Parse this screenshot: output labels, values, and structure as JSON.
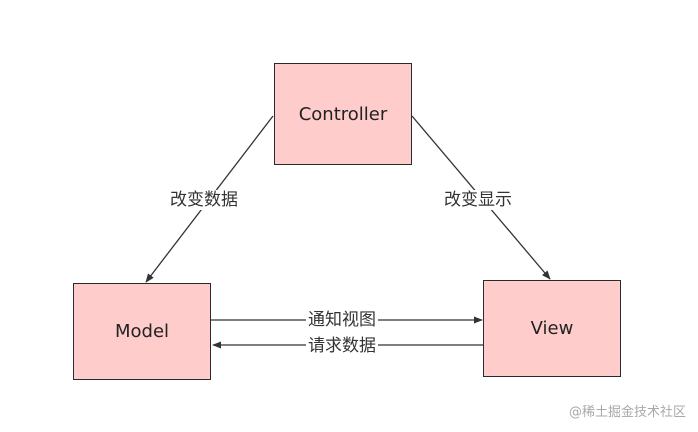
{
  "colors": {
    "node_fill": "#ffcccc",
    "node_border": "#2b2b2b",
    "edge": "#333333"
  },
  "nodes": {
    "controller": "Controller",
    "model": "Model",
    "view": "View"
  },
  "edges": {
    "controller_to_model": "改变数据",
    "controller_to_view": "改变显示",
    "model_to_view": "通知视图",
    "view_to_model": "请求数据"
  },
  "watermark": "@稀土掘金技术社区"
}
